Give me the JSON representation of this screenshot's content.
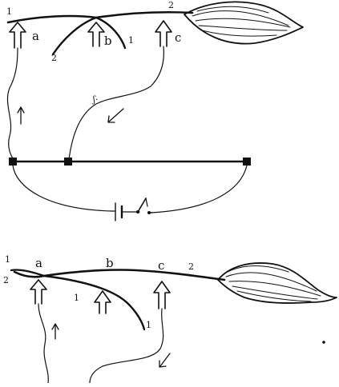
{
  "upper_diagram": {
    "electrode_labels": {
      "a": "a",
      "b": "b",
      "c": "c"
    },
    "nerve_labels": {
      "n1_left": "1",
      "n2_right": "2",
      "n2_branch": "2",
      "n1_branch": "1"
    },
    "current_marks": {
      "faint_mark": "ʃ·"
    }
  },
  "lower_diagram": {
    "electrode_labels": {
      "a": "a",
      "b": "b",
      "c": "c"
    },
    "nerve_labels": {
      "n1_top": "1",
      "n2_left": "2",
      "n1_branch_mid": "1",
      "n1_branch_end": "1",
      "n2_right": "2"
    }
  },
  "colors": {
    "ink": "#111111",
    "paper": "#ffffff"
  }
}
